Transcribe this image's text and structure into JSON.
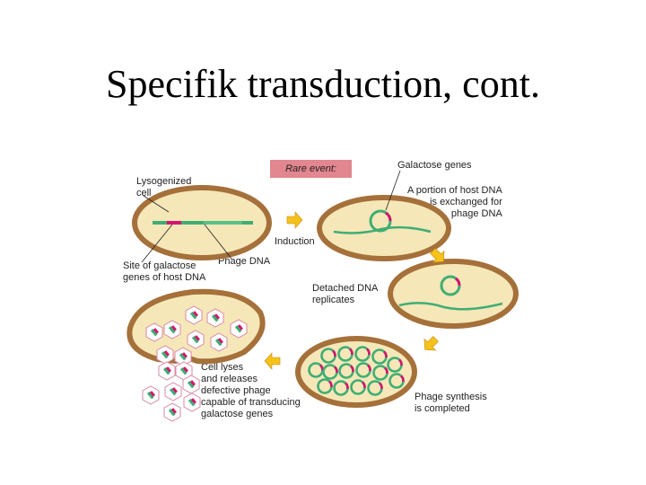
{
  "slide": {
    "title": "Specifik transduction, cont."
  },
  "diagram": {
    "rare_event": "Rare event:",
    "labels": {
      "lysogenized_cell": "Lysogenized\ncell",
      "site_of_galactose": "Site of galactose\ngenes of host DNA",
      "phage_dna": "Phage DNA",
      "induction": "Induction",
      "galactose_genes": "Galactose genes",
      "portion_exchanged": "A portion of host DNA\nis exchanged for\nphage DNA",
      "detached_dna": "Detached DNA\nreplicates",
      "cell_lyses": "Cell lyses\nand releases\ndefective phage\ncapable of transducing\ngalactose genes",
      "phage_synthesis": "Phage synthesis\nis completed"
    },
    "colors": {
      "cell_wall": "#a5703a",
      "cytoplasm": "#f6e7b8",
      "dna_green": "#3fae74",
      "gal_magenta": "#d4146e",
      "arrow_yellow": "#f4c21b",
      "rare_box": "#e2868f",
      "capsid_outline": "#d58aa6"
    }
  }
}
